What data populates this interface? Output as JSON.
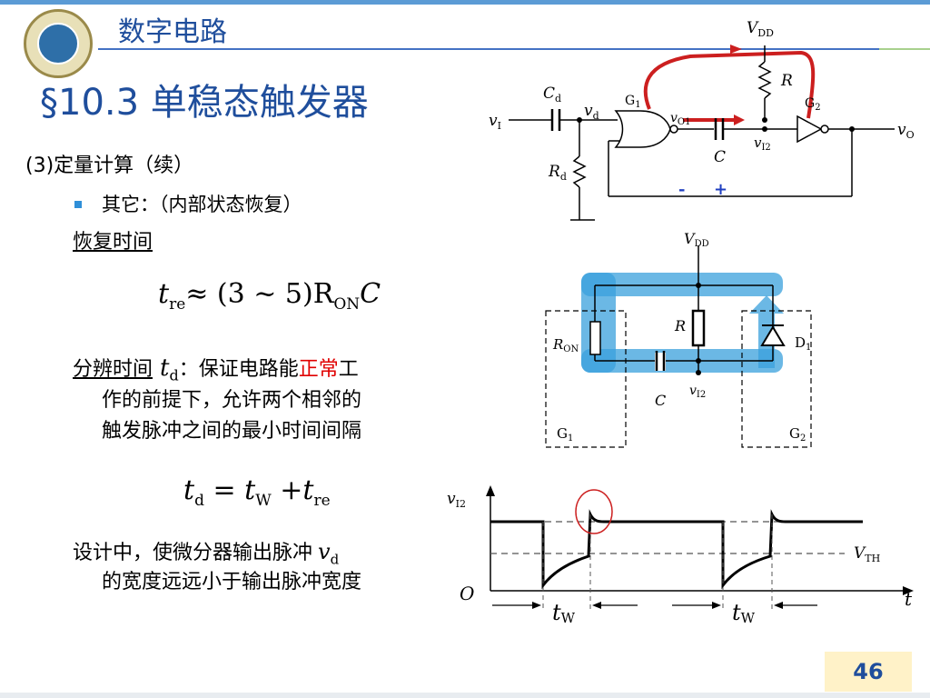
{
  "header": {
    "course": "数字电路",
    "section": "§10.3 单稳态触发器"
  },
  "body": {
    "line1": "(3)定量计算（续）",
    "bullet1": "其它：（内部状态恢复）",
    "recovery_label": "恢复时间",
    "formula1_t": "t",
    "formula1_sub": "re",
    "formula1_rest": "≈ (3 ~ 5)R",
    "formula1_sub2": "ON",
    "formula1_c": "C",
    "resolve_label": "分辨时间",
    "resolve_var": "t",
    "resolve_var_sub": "d",
    "resolve_text_a": "：保证电路能",
    "resolve_text_red": "正常",
    "resolve_text_b": "工",
    "resolve_line2": "作的前提下，允许两个相邻的",
    "resolve_line3": "触发脉冲之间的最小时间间隔",
    "formula2": "t",
    "formula2_sub": "d",
    "formula2_eq": " = t",
    "formula2_sub2": "W",
    "formula2_plus": " +t",
    "formula2_sub3": "re",
    "design_line1": "设计中，使微分器输出脉冲",
    "design_var": "v",
    "design_var_sub": "d",
    "design_line2": "的宽度远远小于输出脉冲宽度"
  },
  "circuit": {
    "vdd": "V",
    "vdd_sub": "DD",
    "r": "R",
    "cd": "C",
    "cd_sub": "d",
    "vi": "v",
    "vi_sub": "I",
    "vd": "v",
    "vd_sub": "d",
    "g1": "G",
    "g1_sub": "1",
    "g2": "G",
    "g2_sub": "2",
    "vo1": "v",
    "vo1_sub": "O1",
    "c": "C",
    "vi2": "v",
    "vi2_sub": "I2",
    "vo": "v",
    "vo_sub": "O",
    "rd": "R",
    "rd_sub": "d",
    "minus": "-",
    "plus": "+"
  },
  "internal": {
    "vdd": "V",
    "vdd_sub": "DD",
    "r": "R",
    "ron": "R",
    "ron_sub": "ON",
    "d1": "D",
    "d1_sub": "1",
    "c": "C",
    "vi2": "v",
    "vi2_sub": "I2",
    "g1": "G",
    "g1_sub": "1",
    "g2": "G",
    "g2_sub": "2"
  },
  "waveform": {
    "ylabel": "v",
    "ylabel_sub": "I2",
    "vth": "V",
    "vth_sub": "TH",
    "origin": "O",
    "t": "t",
    "tw1": "t",
    "tw1_sub": "W",
    "tw2": "t",
    "tw2_sub": "W"
  },
  "page": {
    "number": "46"
  },
  "colors": {
    "accent": "#1f4e9c",
    "highlight_red": "#e00000",
    "trace_red": "#cc1f1f",
    "highlight_blue": "#3aa0dc"
  }
}
